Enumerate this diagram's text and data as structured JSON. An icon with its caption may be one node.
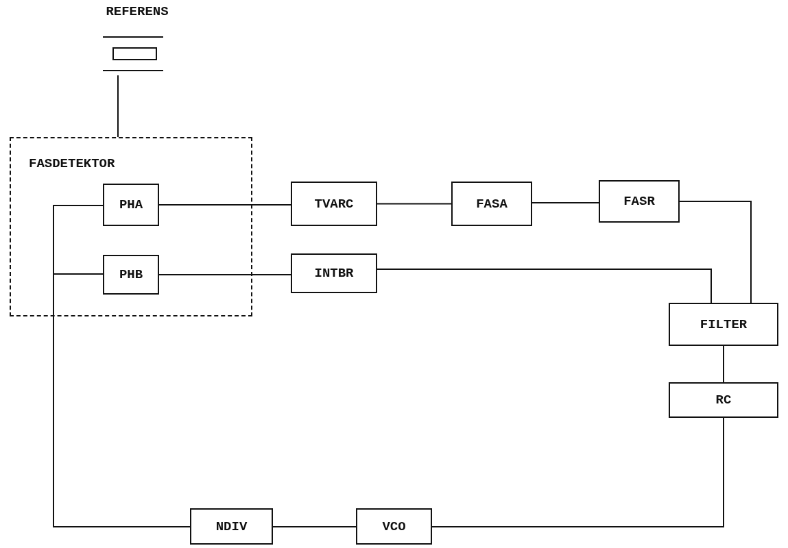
{
  "diagram": {
    "nodes": [
      {
        "text": [
          "REFERENS"
        ]
      },
      {
        "text": [
          "FASDETEKTOR"
        ]
      },
      {
        "text": [
          "PHA"
        ],
        "in": 1
      },
      {
        "text": [
          "PHB"
        ],
        "in": 1
      },
      {
        "text": [
          "TVARC"
        ]
      },
      {
        "text": [
          "FASA"
        ]
      },
      {
        "text": [
          "FASR"
        ]
      },
      {
        "text": [
          "INTBR"
        ]
      },
      {
        "text": [
          "FILTER"
        ]
      },
      {
        "text": [
          "RC"
        ]
      },
      {
        "text": [
          "NDIV"
        ]
      },
      {
        "text": [
          "VCO"
        ]
      }
    ],
    "edges": [
      {
        "from": 0,
        "to": 1,
        "arrow": "none"
      },
      {
        "from": 2,
        "to": 4,
        "arrow": "none"
      },
      {
        "from": 3,
        "to": 7,
        "arrow": "none"
      },
      {
        "from": 4,
        "to": 5,
        "arrow": "none"
      },
      {
        "from": 5,
        "to": 6,
        "arrow": "none"
      },
      {
        "from": 6,
        "to": 8,
        "arrow": "none"
      },
      {
        "from": 7,
        "to": 8,
        "arrow": "none"
      },
      {
        "from": 8,
        "to": 9,
        "arrow": "none"
      },
      {
        "from": 9,
        "to": 11,
        "arrow": "none"
      },
      {
        "from": 11,
        "to": 10,
        "arrow": "none"
      },
      {
        "from": 10,
        "to": 2,
        "arrow": "none"
      },
      {
        "from": 10,
        "to": 3,
        "arrow": "none"
      }
    ]
  }
}
